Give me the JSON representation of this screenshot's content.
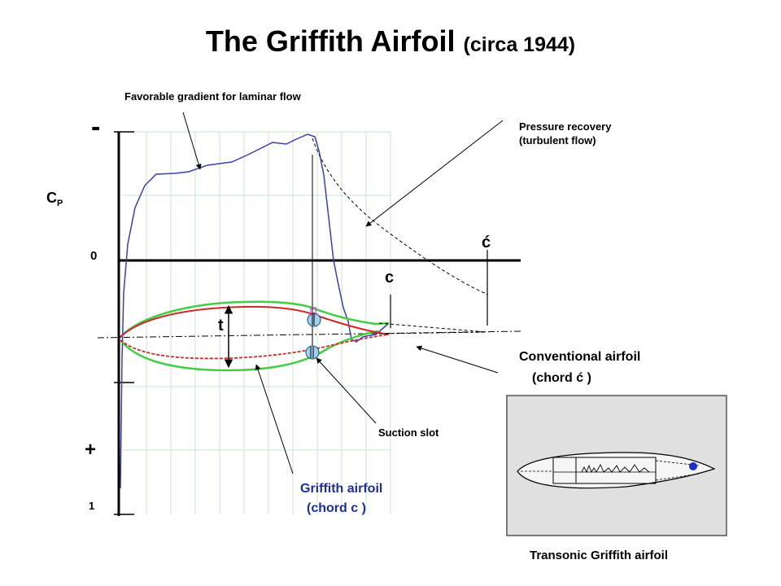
{
  "title": {
    "main": "The Griffith Airfoil",
    "sub": "(circa 1944)"
  },
  "axis": {
    "cp_label": "C",
    "cp_subscript": "P",
    "minus_label": "-",
    "zero_label": "0",
    "plus_label": "+",
    "one_label": "1"
  },
  "labels": {
    "favorable_gradient": "Favorable gradient for laminar flow",
    "pressure_recovery_line1": "Pressure recovery",
    "pressure_recovery_line2": "(turbulent flow)",
    "c_prime": "ć",
    "c": "c",
    "t": "t",
    "conventional_line1": "Conventional airfoil",
    "conventional_line2": "(chord  ć )",
    "suction_slot": "Suction slot",
    "griffith_line1": "Griffith airfoil",
    "griffith_line2": "(chord c )",
    "transonic": "Transonic Griffith airfoil"
  },
  "colors": {
    "cp_curve": "#3a3fb0",
    "griffith_outline": "#44cc44",
    "conventional_outline": "#d02828",
    "griffith_label": "#1c2e9a",
    "slot_fill": "#9fd0ee",
    "grid": "#c8e8c8"
  }
}
